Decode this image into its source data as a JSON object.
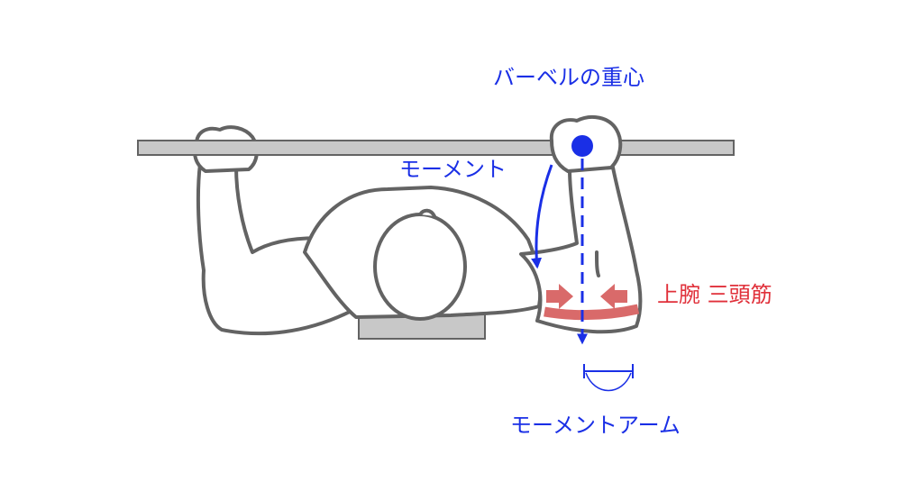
{
  "labels": {
    "barbell_center_of_mass": "バーベルの重心",
    "moment": "モーメント",
    "muscle": "上腕 三頭筋",
    "moment_arm": "モーメントアーム"
  },
  "colors": {
    "annotation_blue": "#1a2fe6",
    "muscle_red": "#e0303a",
    "muscle_band": "#d96a6a",
    "outline_gray": "#636363",
    "bar_gray": "#c8c8c8"
  }
}
